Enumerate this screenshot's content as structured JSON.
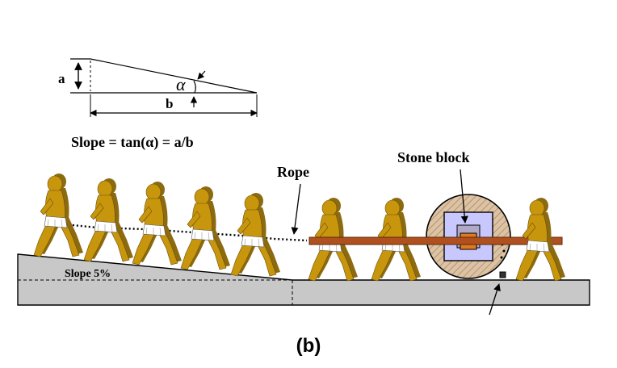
{
  "inset": {
    "label_a": "a",
    "label_b": "b",
    "label_alpha": "α",
    "formula": "Slope = tan(α) = a/b"
  },
  "labels": {
    "rope": "Rope",
    "stone_block": "Stone block",
    "slope": "Slope 5%"
  },
  "caption": "(b)",
  "colors": {
    "worker_body": "#c8960c",
    "worker_shadow": "#8c6a10",
    "rope_bar": "#b0501e",
    "ground_fill": "#c8c8c8",
    "wheel_fill": "#ddc3a5",
    "block_fill": "#c8c8ff",
    "hub_fill": "#e07a1e"
  }
}
